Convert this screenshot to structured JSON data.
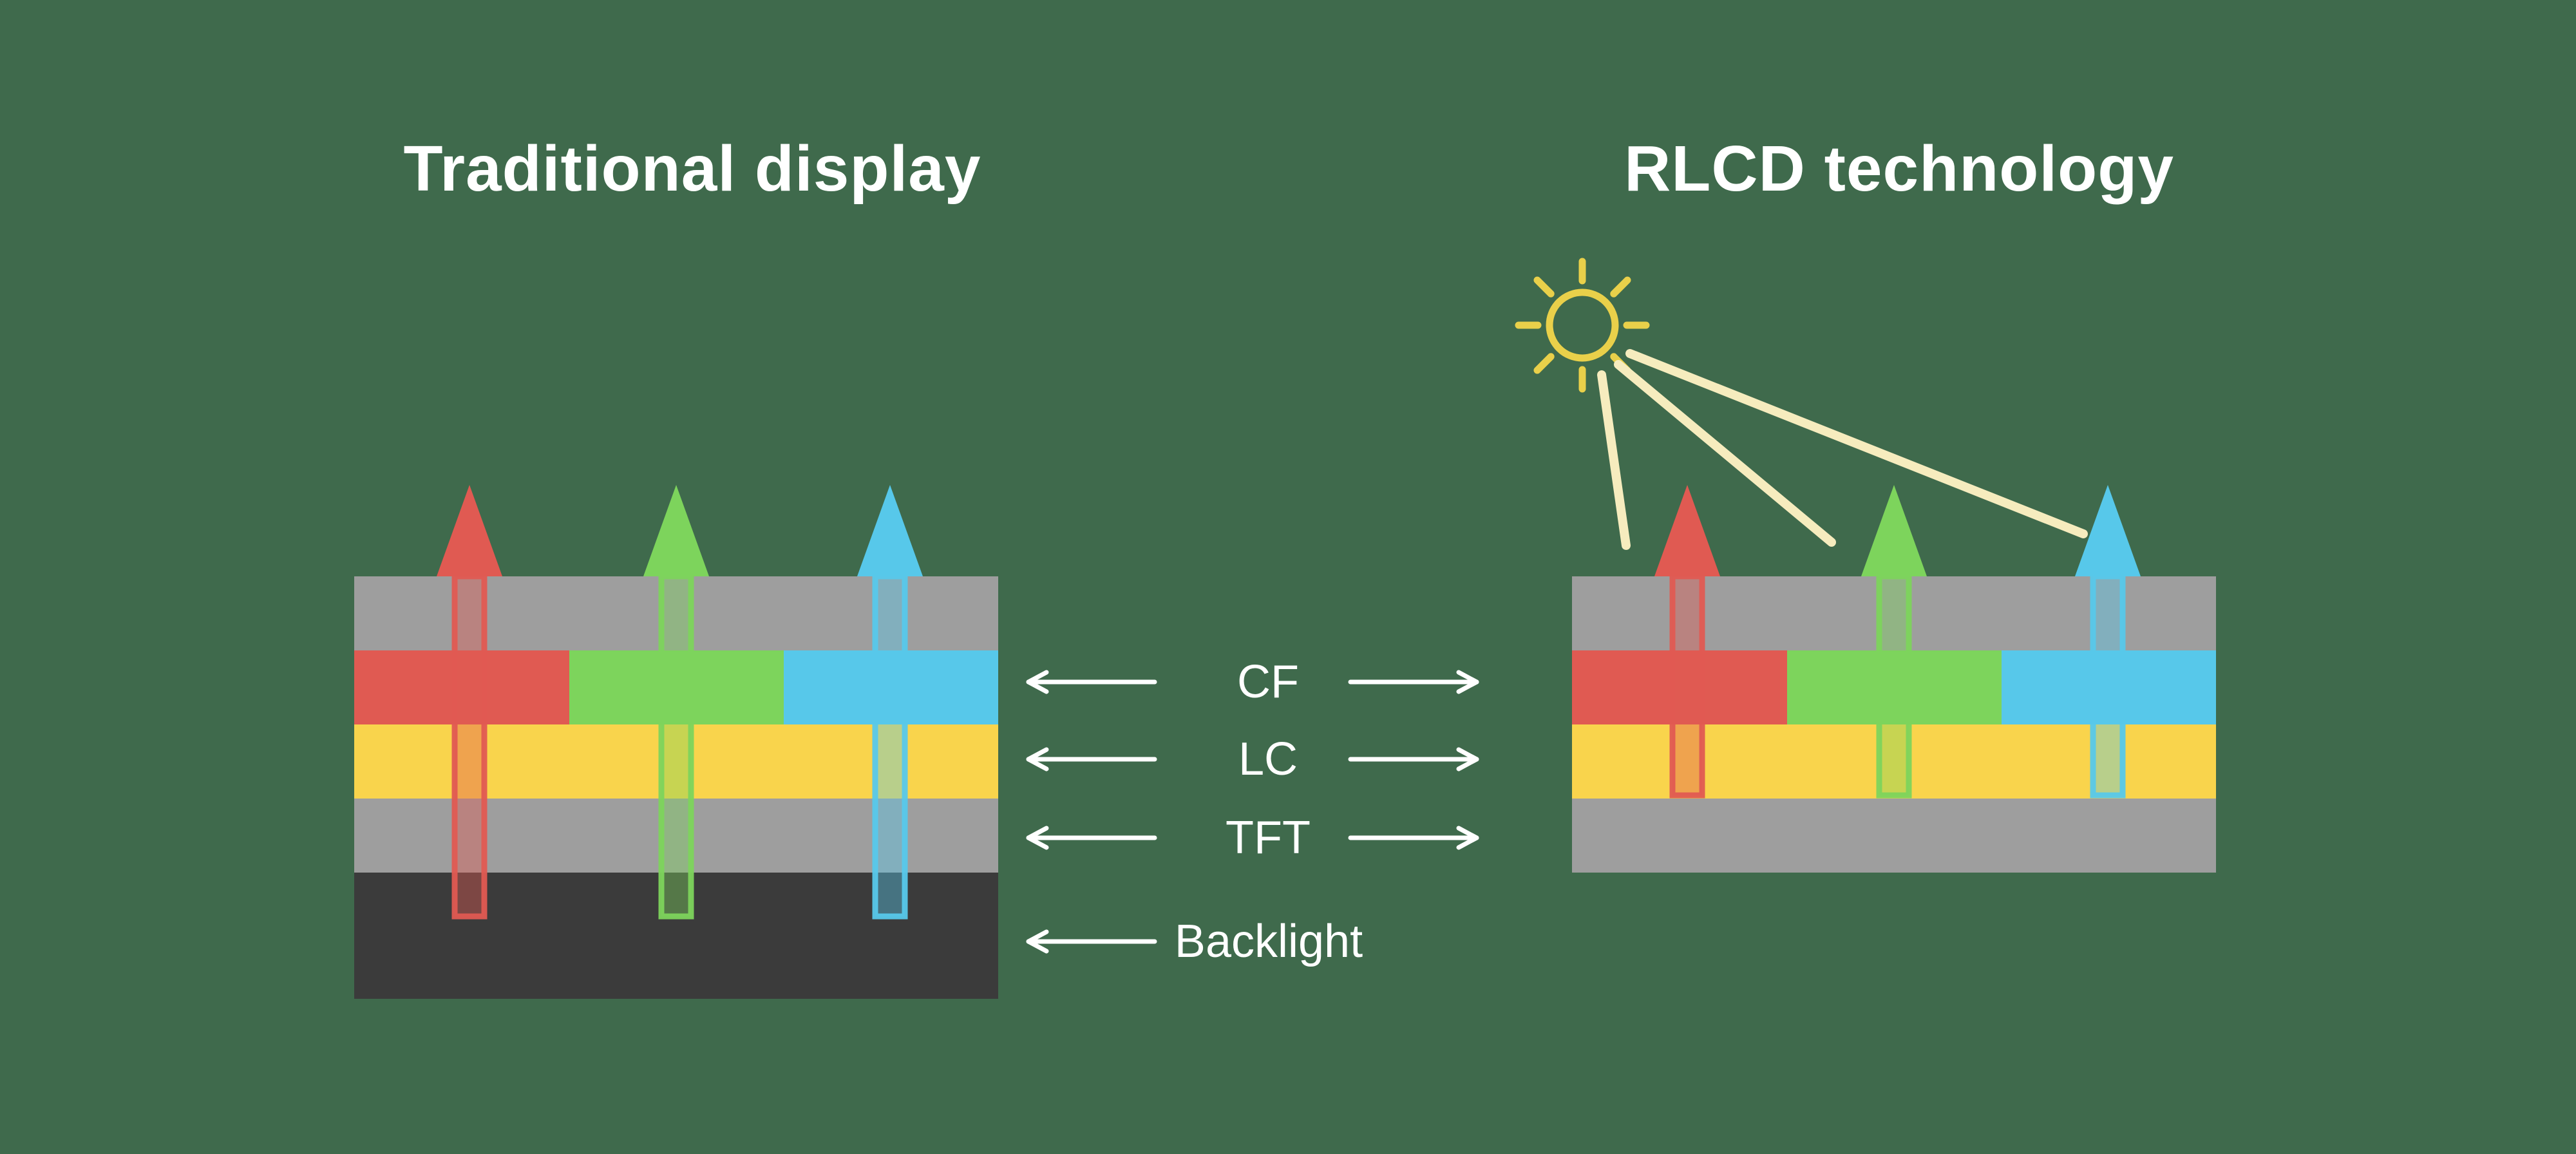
{
  "titles": {
    "left": "Traditional display",
    "right": "RLCD technology"
  },
  "layer_labels": {
    "cf": "CF",
    "lc": "LC",
    "tft": "TFT",
    "backlight": "Backlight"
  },
  "colors": {
    "bg": "#3F6A4C",
    "gray": "#9E9E9E",
    "dark": "#3B3B3B",
    "red": "#E05A52",
    "green": "#7DD45C",
    "cyan": "#57C8EA",
    "yellow": "#F9D44C",
    "beam": "#F6ECBE",
    "sun": "#E9D04A",
    "text": "#FFFFFF"
  },
  "icons": {
    "sun": "sun-icon (circle with rays, light source for RLCD)",
    "up_arrows": [
      "up-arrow-red-icon",
      "up-arrow-green-icon",
      "up-arrow-cyan-icon"
    ],
    "pointer_arrows": "thin white arrows pointing from layer labels to both stacks"
  },
  "diagram": {
    "left_stack": {
      "title": "Traditional display",
      "layers_top_to_bottom": [
        "glass (gray)",
        "CF (red/green/cyan segments)",
        "LC (yellow)",
        "TFT (gray)",
        "Backlight (dark)"
      ],
      "light_arrows": [
        "red",
        "green",
        "cyan"
      ],
      "has_backlight": true
    },
    "right_stack": {
      "title": "RLCD technology",
      "layers_top_to_bottom": [
        "glass (gray)",
        "CF (red/green/cyan segments)",
        "LC (yellow)",
        "TFT (gray)"
      ],
      "light_arrows": [
        "red",
        "green",
        "cyan"
      ],
      "has_backlight": false,
      "light_source": "sun with three reflected beams"
    },
    "label_rows": [
      {
        "label": "CF",
        "arrow_left": true,
        "arrow_right": true
      },
      {
        "label": "LC",
        "arrow_left": true,
        "arrow_right": true
      },
      {
        "label": "TFT",
        "arrow_left": true,
        "arrow_right": true
      },
      {
        "label": "Backlight",
        "arrow_left": true,
        "arrow_right": false
      }
    ]
  }
}
